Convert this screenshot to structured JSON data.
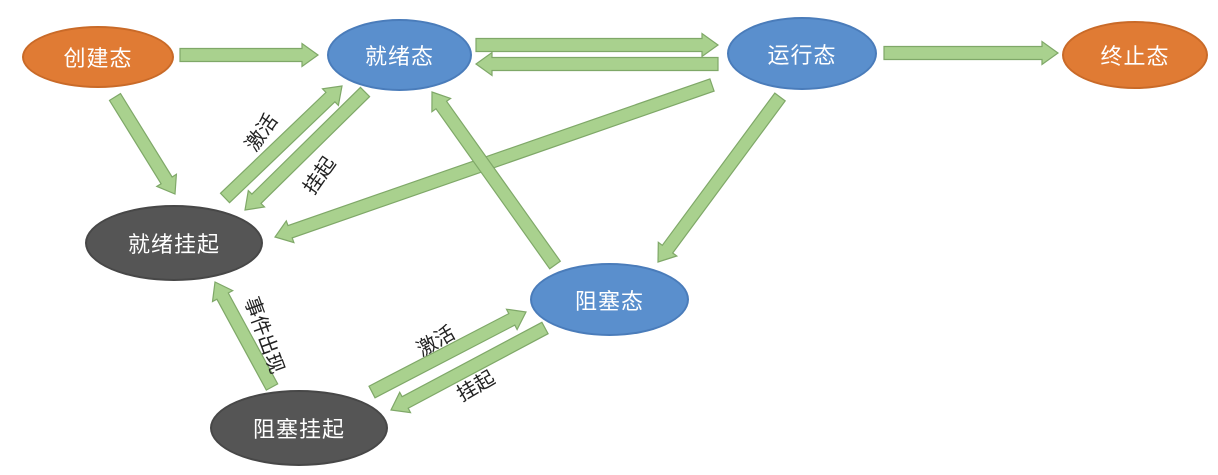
{
  "nodes": {
    "create": "创建态",
    "ready": "就绪态",
    "running": "运行态",
    "terminated": "终止态",
    "ready_suspended": "就绪挂起",
    "blocked": "阻塞态",
    "blocked_suspended": "阻塞挂起"
  },
  "edge_labels": {
    "activate_ready": "激活",
    "suspend_ready": "挂起",
    "event_occurs": "事件出现",
    "activate_blocked": "激活",
    "suspend_blocked": "挂起"
  },
  "colors": {
    "arrow_fill": "#a9d18e",
    "arrow_stroke": "#7fa868",
    "orange": "#e07b34",
    "blue": "#5a8fcd",
    "gray": "#555555"
  }
}
